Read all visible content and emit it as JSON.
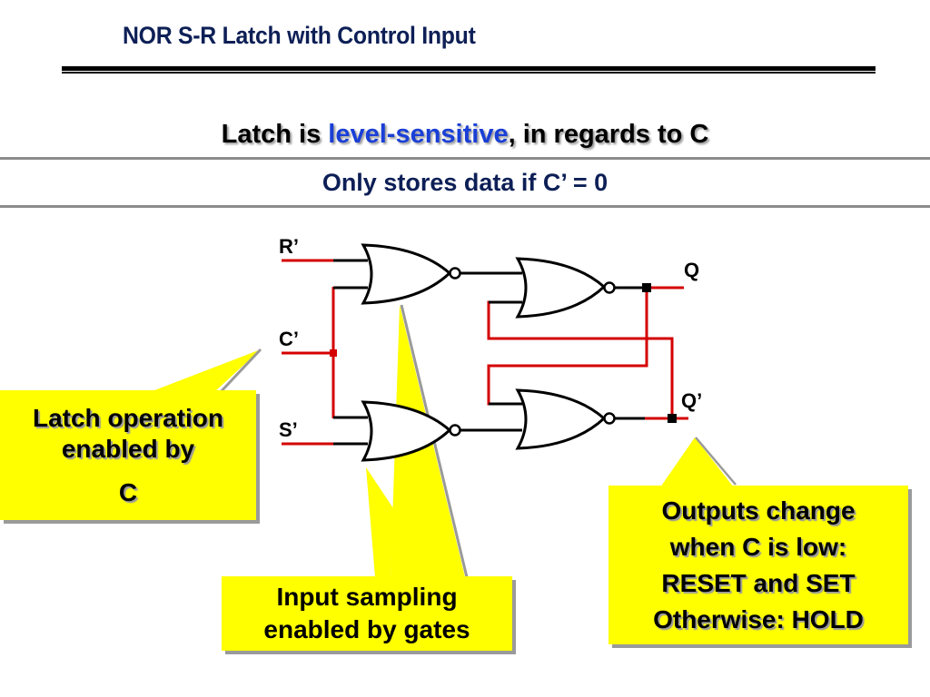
{
  "slide": {
    "title": "NOR S-R Latch with Control Input",
    "subheading": {
      "prefix": "Latch is ",
      "highlight": "level-sensitive",
      "suffix": ", in regards to C"
    },
    "subline": "Only stores data if C’ = 0"
  },
  "circuit": {
    "inputs": {
      "r": "R’",
      "c": "C’",
      "s": "S’"
    },
    "outputs": {
      "q": "Q",
      "q_bar": "Q’"
    },
    "gate_type": "NOR",
    "gate_count": 4,
    "colors": {
      "wire_active": "#d40000",
      "wire": "#000000",
      "callout_fill": "#ffff00",
      "callout_shadow": "#9a9a9a",
      "title_color": "#0d1f56",
      "highlight_color": "#1a3fd6"
    }
  },
  "callouts": {
    "latch_operation": {
      "line1": "Latch operation",
      "line2": "enabled by",
      "line3": "C"
    },
    "input_sampling": {
      "line1": "Input sampling",
      "line2": "enabled by gates"
    },
    "outputs_change": {
      "line1": "Outputs change",
      "line2": "when C is low:",
      "line3": "RESET and SET",
      "line4": "Otherwise: HOLD"
    }
  }
}
